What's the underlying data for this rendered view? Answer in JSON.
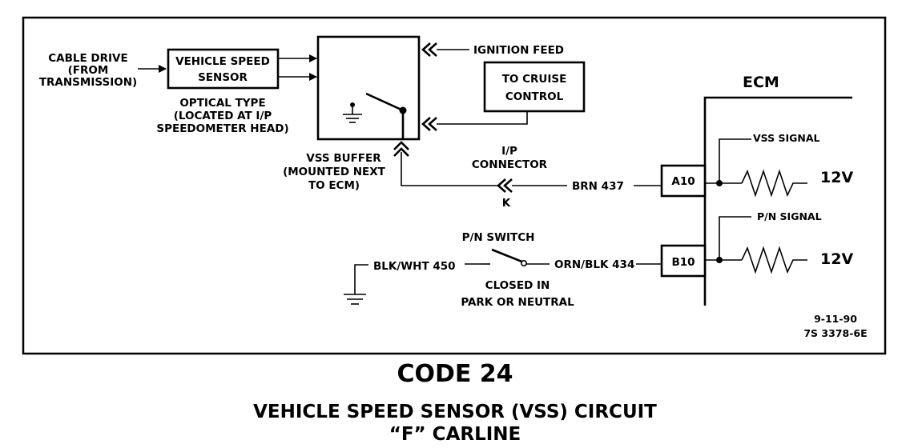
{
  "vss_sensor": {
    "input_label": [
      "CABLE DRIVE",
      "(FROM",
      "TRANSMISSION)"
    ],
    "box_label": [
      "VEHICLE SPEED",
      "SENSOR"
    ],
    "type_note": [
      "OPTICAL TYPE",
      "(LOCATED AT I/P",
      "SPEEDOMETER HEAD)"
    ]
  },
  "vss_buffer": {
    "label": [
      "VSS BUFFER",
      "(MOUNTED NEXT",
      "TO ECM)"
    ]
  },
  "ignition_feed": "IGNITION FEED",
  "cruise_control": [
    "TO CRUISE",
    "CONTROL"
  ],
  "ip_connector": {
    "label": [
      "I/P",
      "CONNECTOR"
    ],
    "pin": "K"
  },
  "wires": {
    "brn": "BRN 437",
    "orn_blk": "ORN/BLK 434",
    "blk_wht": "BLK/WHT 450"
  },
  "ecm": {
    "title": "ECM",
    "pin_a10": "A10",
    "pin_b10": "B10",
    "vss_signal": "VSS SIGNAL",
    "pn_signal": "P/N SIGNAL",
    "voltage_a": "12V",
    "voltage_b": "12V"
  },
  "pn_switch": {
    "label": "P/N SWITCH",
    "note": [
      "CLOSED IN",
      "PARK OR NEUTRAL"
    ]
  },
  "drawing_ref": {
    "date": "9-11-90",
    "number": "7S 3378-6E"
  },
  "captions": {
    "code": "CODE 24",
    "line1": "VEHICLE SPEED SENSOR (VSS) CIRCUIT",
    "line2": "“F”  CARLINE"
  }
}
